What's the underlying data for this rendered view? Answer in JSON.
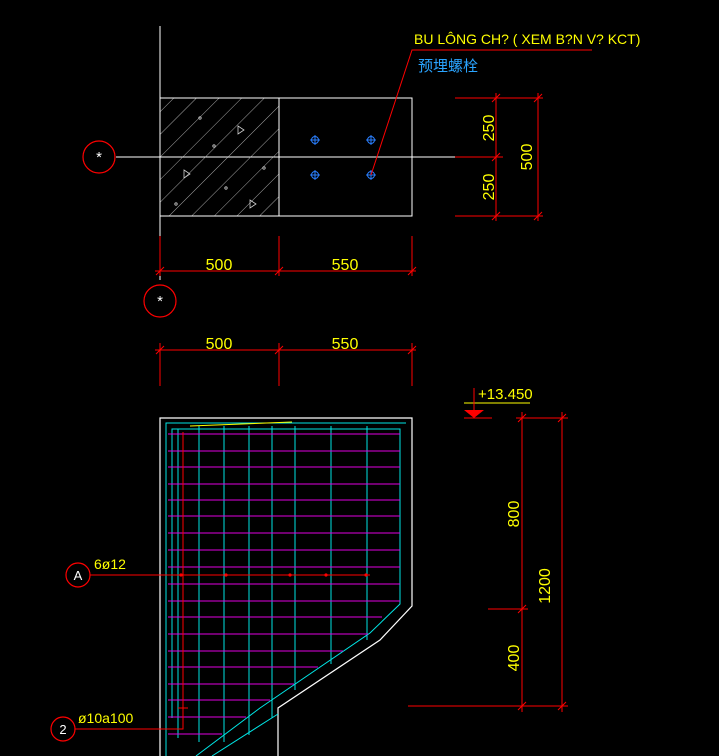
{
  "annotations": {
    "bolt_note_vi": "BU LÔNG CH? ( XEM B?N V? KCT)",
    "bolt_note_cn": "预埋螺栓"
  },
  "plan": {
    "grid_marker_left": "*",
    "grid_marker_bottom": "*",
    "dim_left": "500",
    "dim_right": "550",
    "dim_v_top": "250",
    "dim_v_bottom": "250",
    "dim_v_total": "500"
  },
  "dims_row2": {
    "left": "500",
    "right": "550"
  },
  "section": {
    "elevation": "+13.450",
    "dim_800": "800",
    "dim_400": "400",
    "dim_1200": "1200",
    "marker_a": "A",
    "label_a": "6ø12",
    "marker_2": "2",
    "label_2": "ø10a100"
  },
  "colors": {
    "background": "#000000",
    "text": "#ffff00",
    "dimension": "#ff0000",
    "outline": "#ffffff",
    "rebar_main": "#00e5e5",
    "rebar_stirrup": "#e000e0",
    "chinese_note": "#2aa4ff"
  }
}
